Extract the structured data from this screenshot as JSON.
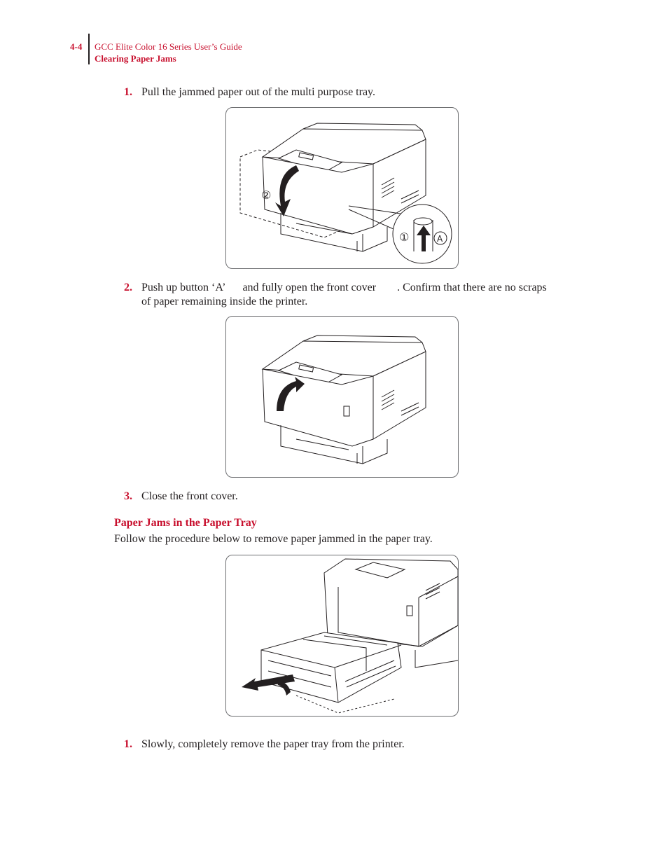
{
  "header": {
    "page_number": "4-4",
    "guide_title": "GCC Elite Color 16 Series User’s Guide",
    "section_title": "Clearing Paper Jams"
  },
  "steps_a": [
    {
      "number": "1.",
      "text": "Pull the jammed paper out of the multi purpose tray."
    },
    {
      "number": "2.",
      "text_part1": "Push up button ‘A’",
      "text_part2": "and fully open the front cover",
      "text_part3": ". Confirm that there are no scraps",
      "text_line2": "of paper remaining inside the printer."
    },
    {
      "number": "3.",
      "text": "Close the front cover."
    }
  ],
  "figure1": {
    "callout_1": "①",
    "callout_2": "②",
    "callout_a": "A"
  },
  "section": {
    "heading": "Paper Jams in the Paper Tray",
    "intro": "Follow the procedure below to remove paper jammed in the paper tray."
  },
  "steps_b": [
    {
      "number": "1.",
      "text": "Slowly, completely remove the paper tray from the printer."
    }
  ]
}
